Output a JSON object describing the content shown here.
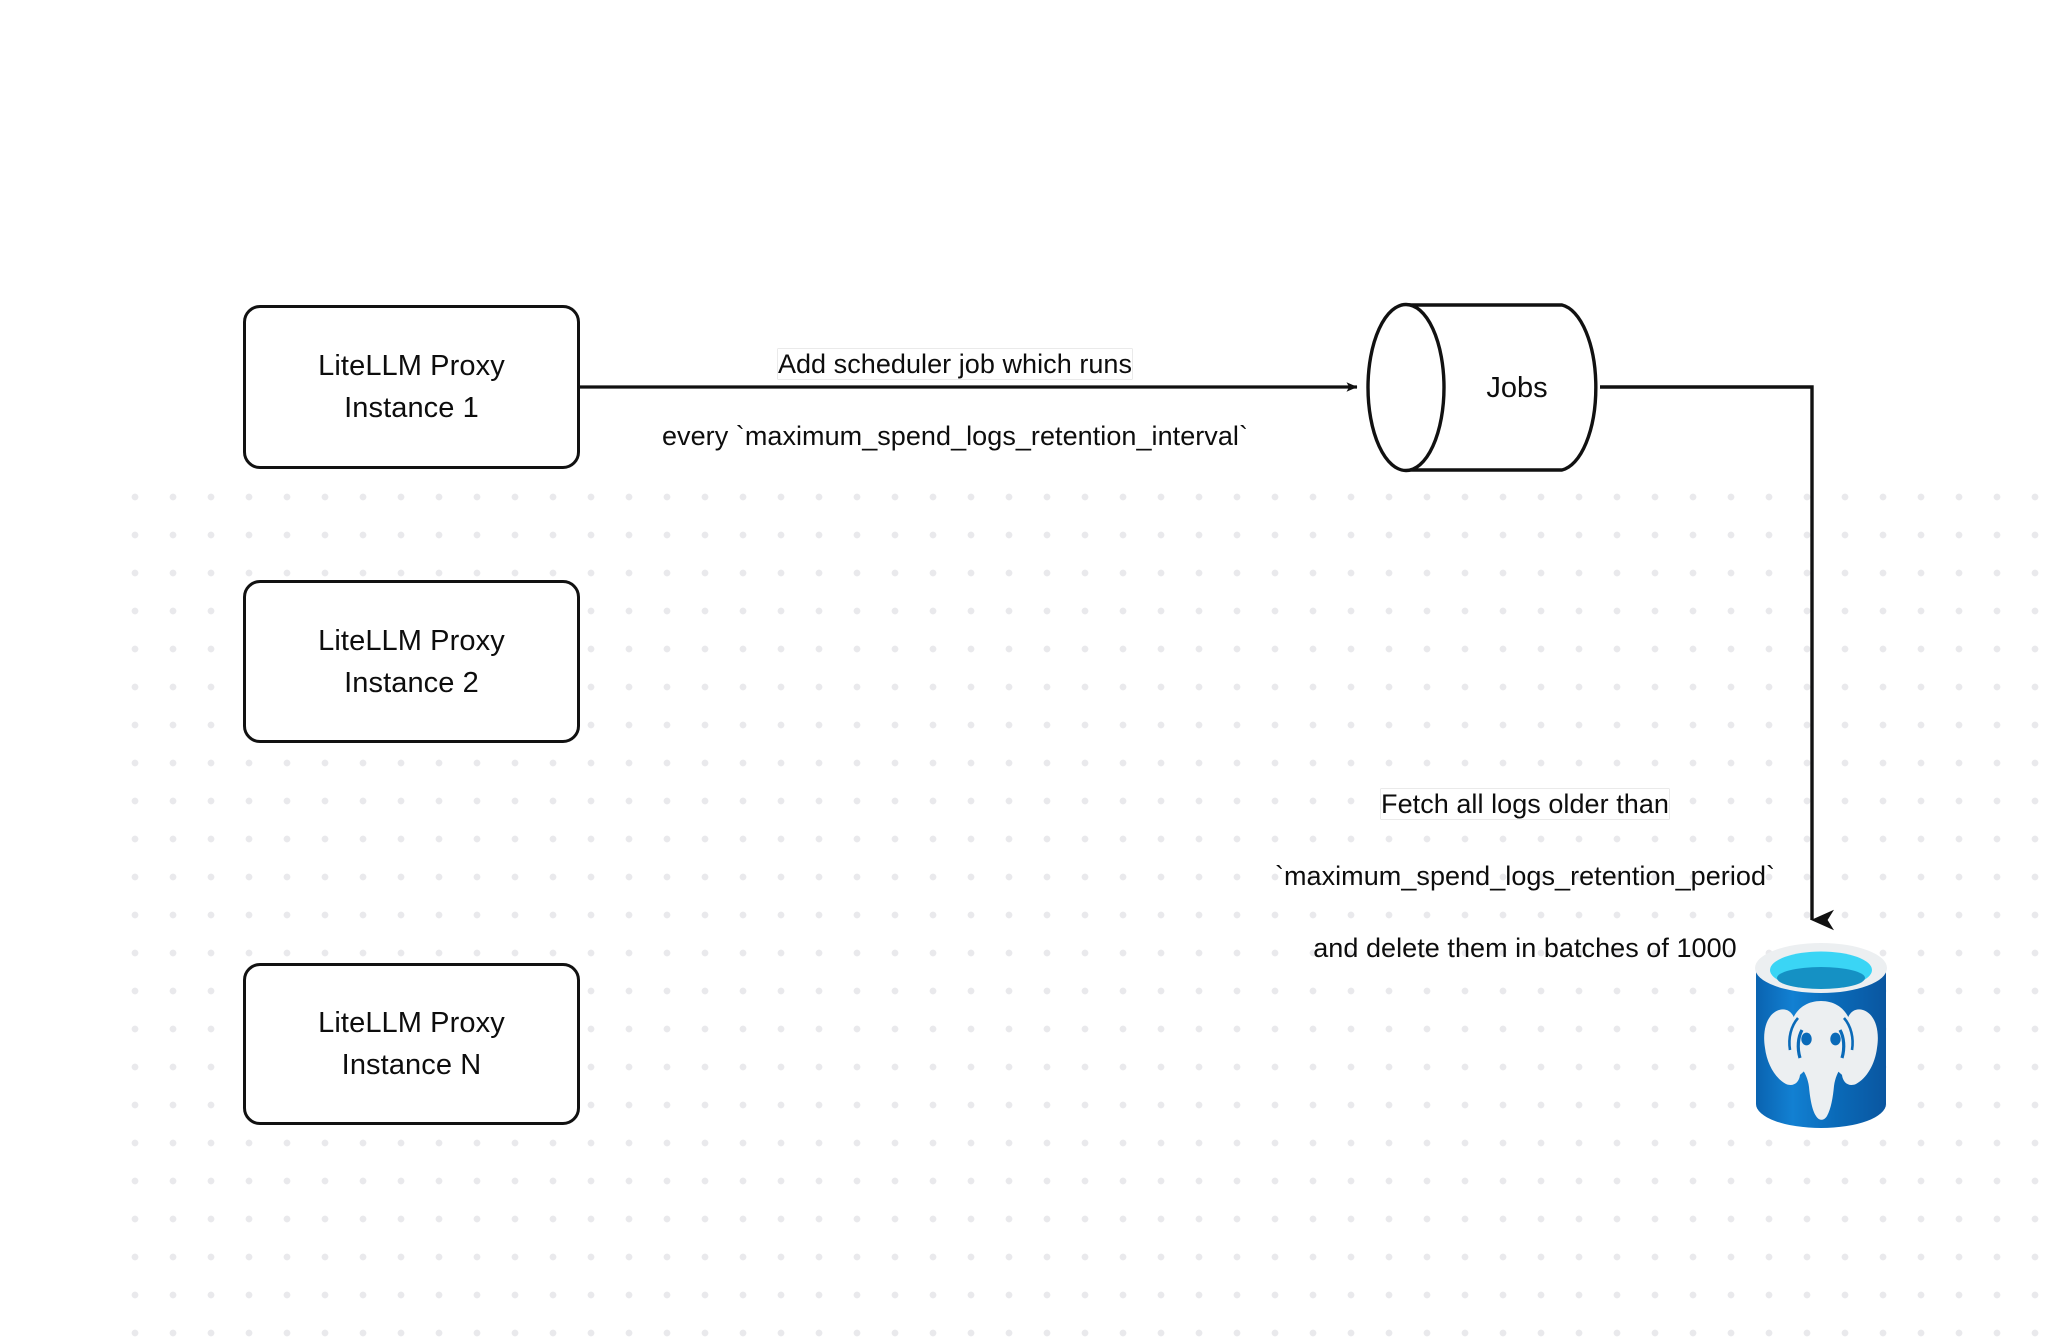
{
  "diagram": {
    "title": "LiteLLM spend logs retention scheduler flow",
    "background_color": "#ffffff",
    "grid_dot_color": "#e9e9ec",
    "stroke_color": "#111111"
  },
  "nodes": [
    {
      "id": "proxy-1",
      "label": "LiteLLM Proxy\nInstance 1",
      "shape": "rounded-rect"
    },
    {
      "id": "proxy-2",
      "label": "LiteLLM Proxy\nInstance 2",
      "shape": "rounded-rect"
    },
    {
      "id": "proxy-n",
      "label": "LiteLLM Proxy\nInstance N",
      "shape": "rounded-rect"
    },
    {
      "id": "jobs",
      "label": "Jobs",
      "shape": "cylinder"
    },
    {
      "id": "postgres",
      "label": "",
      "shape": "database-icon",
      "icon": "postgresql-elephant-icon"
    }
  ],
  "edges": [
    {
      "id": "edge-scheduler",
      "from": "proxy-1",
      "to": "jobs",
      "label_line1": "Add scheduler job which runs",
      "label_line2": "every `maximum_spend_logs_retention_interval`",
      "arrowhead": "triangle-right"
    },
    {
      "id": "edge-delete",
      "from": "jobs",
      "to": "postgres",
      "label_line1": "Fetch all logs older than",
      "label_line2": "`maximum_spend_logs_retention_period`",
      "label_line3": "and delete them in batches of 1000",
      "arrowhead": "triangle-down"
    }
  ],
  "postgres_icon_colors": {
    "body": "#0a6ab8",
    "body_highlight": "#1a85d6",
    "rim": "#eceff1",
    "liquid_top": "#3ad5f5",
    "liquid_shadow": "#1591c4",
    "elephant": "#eceff1"
  }
}
